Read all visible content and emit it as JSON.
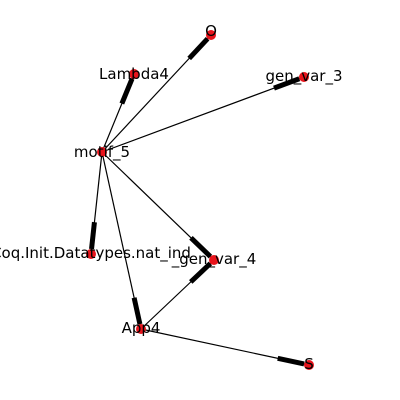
{
  "graph": {
    "node_color": "#e8141c",
    "edge_color": "#000000",
    "nodes": [
      {
        "id": "O",
        "label": "O"
      },
      {
        "id": "Lambda4",
        "label": "Lambda4"
      },
      {
        "id": "gen_var_3",
        "label": "gen_var_3"
      },
      {
        "id": "motif_5",
        "label": "motif_5"
      },
      {
        "id": "Coq.Init.Datatypes.nat_ind",
        "label": "Coq.Init.Datatypes.nat_ind"
      },
      {
        "id": "_gen_var_4",
        "label": "_gen_var_4"
      },
      {
        "id": "App4",
        "label": "App4"
      },
      {
        "id": "S",
        "label": "S"
      }
    ],
    "edges": [
      {
        "source": "motif_5",
        "target": "Lambda4"
      },
      {
        "source": "motif_5",
        "target": "O"
      },
      {
        "source": "motif_5",
        "target": "gen_var_3"
      },
      {
        "source": "motif_5",
        "target": "Coq.Init.Datatypes.nat_ind"
      },
      {
        "source": "motif_5",
        "target": "_gen_var_4"
      },
      {
        "source": "motif_5",
        "target": "App4"
      },
      {
        "source": "App4",
        "target": "_gen_var_4"
      },
      {
        "source": "App4",
        "target": "S"
      }
    ]
  }
}
